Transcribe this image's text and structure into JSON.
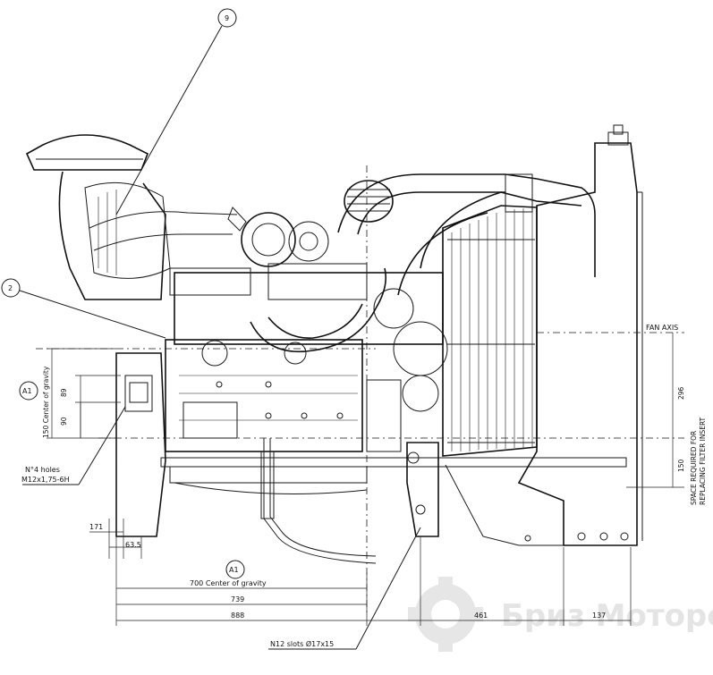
{
  "callouts": {
    "c9": "9",
    "c2": "2",
    "a1_left": "A1",
    "a1_bottom": "A1"
  },
  "dimensions": {
    "d700": "700  Center of gravity",
    "d739": "739",
    "d888": "888",
    "d461": "461",
    "d137": "137",
    "d171": "171",
    "d63_5": "63.5",
    "d150cg": "150  Center of gravity",
    "d89": "89",
    "d90": "90",
    "d296": "296",
    "d150": "150"
  },
  "labels": {
    "fan_axis": "FAN AXIS",
    "holes_1": "N°4 holes",
    "holes_2": "M12x1,75-6H",
    "slots": "N12 slots Ø17x15",
    "space_1": "SPACE REQUIRED FOR",
    "space_2": "REPLACING FILTER INSERT"
  },
  "watermark": {
    "text": "Бриз Моторс",
    "color": "#e4e4e4"
  }
}
